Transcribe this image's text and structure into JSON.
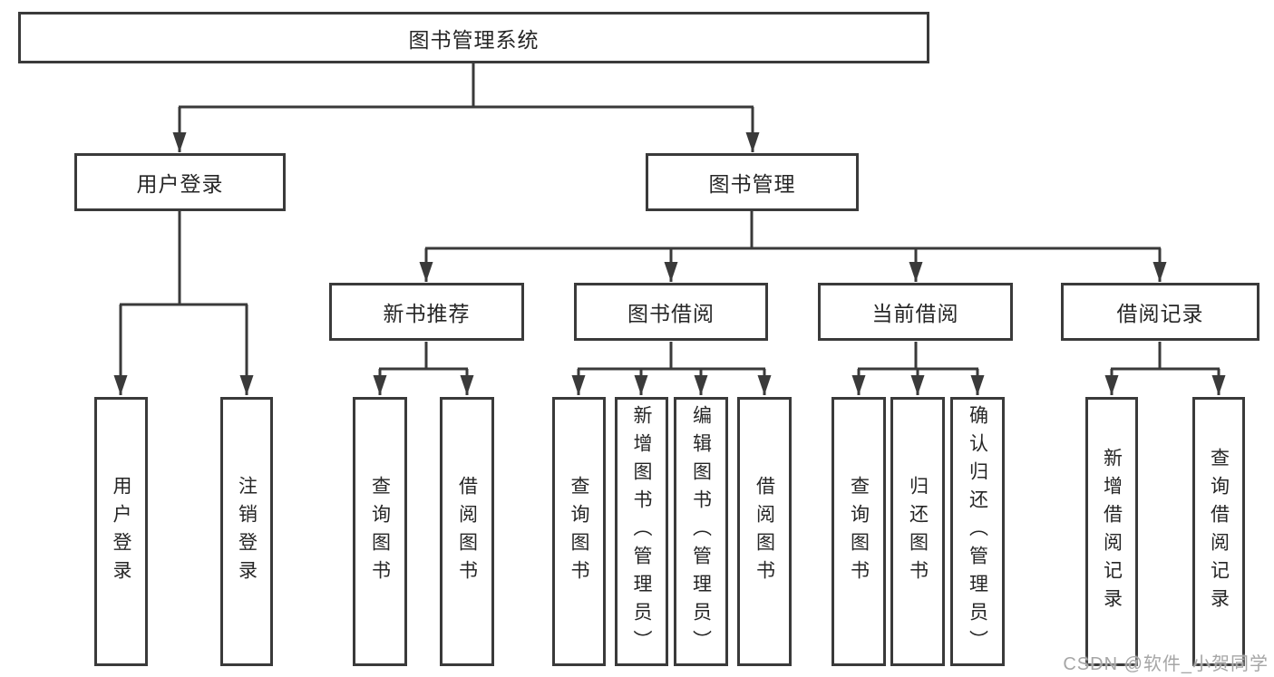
{
  "diagram": {
    "title": "图书管理系统",
    "level2": {
      "user_login": "用户登录",
      "book_management": "图书管理"
    },
    "level3": {
      "new_book": "新书推荐",
      "book_borrow": "图书借阅",
      "current_borrow": "当前借阅",
      "borrow_record": "借阅记录"
    },
    "leaves": {
      "user_login": [
        "用户登录",
        "注销登录"
      ],
      "new_book": [
        "查询图书",
        "借阅图书"
      ],
      "book_borrow": [
        "查询图书",
        "新增图书（管理员）",
        "编辑图书（管理员）",
        "借阅图书"
      ],
      "current_borrow": [
        "查询图书",
        "归还图书",
        "确认归还（管理员）"
      ],
      "borrow_record": [
        "新增借阅记录",
        "查询借阅记录"
      ]
    },
    "watermark": "CSDN @软件_小贺同学",
    "colors": {
      "line": "#3a3a3a",
      "text": "#262626",
      "watermark": "#a6a6a6",
      "background": "#ffffff"
    }
  }
}
